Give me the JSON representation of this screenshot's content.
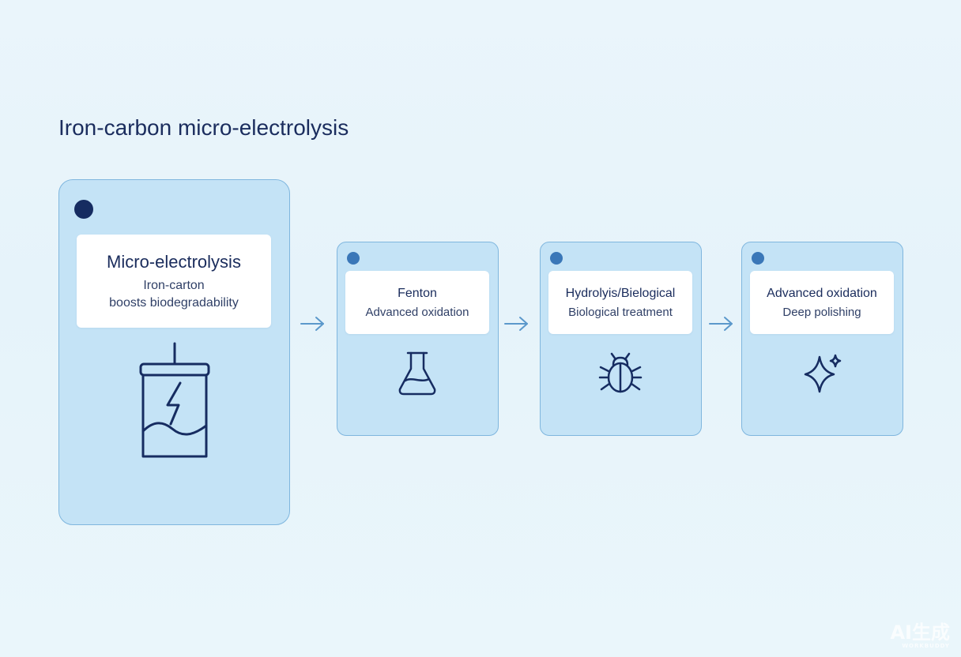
{
  "diagram": {
    "title": "Iron-carbon micro-electrolysis",
    "stages": [
      {
        "title": "Micro-electrolysis",
        "lines": [
          "Iron-carton",
          "boosts biodegradability"
        ],
        "icon": "battery-lightning-icon"
      },
      {
        "title": "Fenton",
        "lines": [
          "Advanced oxidation"
        ],
        "icon": "flask-icon"
      },
      {
        "title": "Hydrolyis/Bielogical",
        "lines": [
          "Biological treatment"
        ],
        "icon": "bug-icon"
      },
      {
        "title": "Advanced oxidation",
        "lines": [
          "Deep polishing"
        ],
        "icon": "sparkle-icon"
      }
    ],
    "connectors": [
      "arrow-right-icon",
      "arrow-right-icon",
      "arrow-right-icon"
    ]
  },
  "colors": {
    "background": "#e8f4fb",
    "stage_fill": "#c4e3f6",
    "stage_border": "#7fb6de",
    "dark_navy": "#162c61",
    "accent_blue": "#3a77b8",
    "arrow": "#5b98cb"
  },
  "watermark": {
    "main": "AI生成",
    "sub": "WORKBUDDY"
  }
}
